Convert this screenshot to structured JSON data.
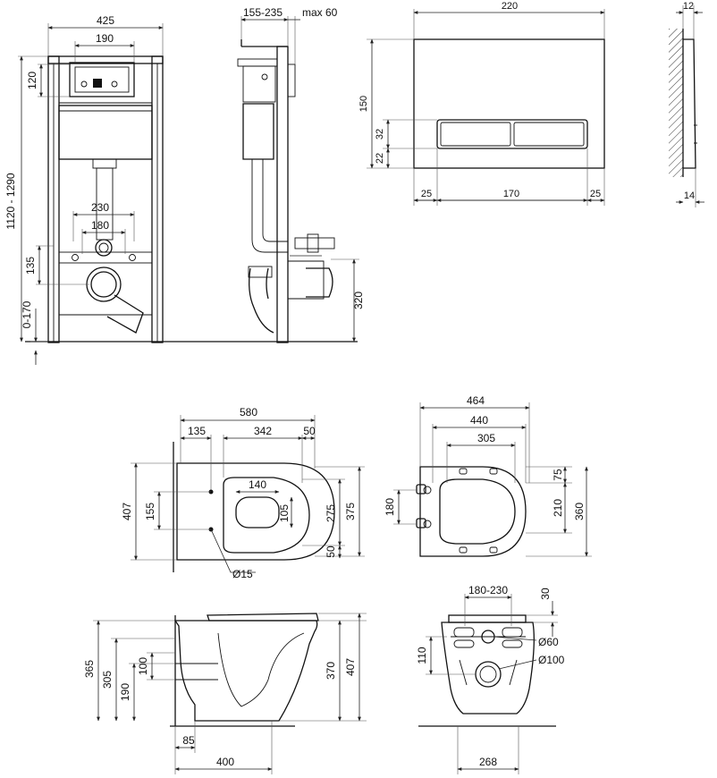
{
  "frame_front": {
    "width": "425",
    "top_width": "190",
    "top_height": "120",
    "total_height": "1120 - 1290",
    "pipe_spacing": "230",
    "bolt_spacing": "180",
    "drain_height": "135",
    "leg_adjust": "0-170"
  },
  "frame_side": {
    "wall_depth": "155-235",
    "max_offset": "max 60",
    "outlet_height": "320"
  },
  "flush_plate": {
    "width": "220",
    "height": "150",
    "button_height": "32",
    "bottom_margin": "22",
    "side_margin_left": "25",
    "button_width": "170",
    "side_margin_right": "25",
    "side_thickness_top": "12",
    "side_thickness_bottom": "14"
  },
  "bowl_top": {
    "total_length": "580",
    "front_offset": "135",
    "inner_length": "342",
    "rear_offset": "50",
    "outer_height": "407",
    "bolt_spacing": "155",
    "opening_width": "140",
    "opening_depth": "105",
    "inner_width": "275",
    "bowl_width": "375",
    "lower_offset": "50",
    "hole_diameter": "Ø15"
  },
  "seat_top": {
    "outer_width": "464",
    "mid_width": "440",
    "hinge_width": "305",
    "depth_top": "75",
    "hinge_spacing": "180",
    "inner_depth": "210",
    "total_depth": "360"
  },
  "bowl_side": {
    "height_total": "365",
    "height_mid": "305",
    "height_low": "190",
    "height_small": "100",
    "outer_height": "407",
    "inner_height": "370",
    "wall_offset": "85",
    "length": "400"
  },
  "bowl_rear": {
    "spacing": "180-230",
    "top_offset": "30",
    "inlet_height": "110",
    "inlet_diameter": "Ø60",
    "outlet_diameter": "Ø100",
    "base_width": "268"
  }
}
